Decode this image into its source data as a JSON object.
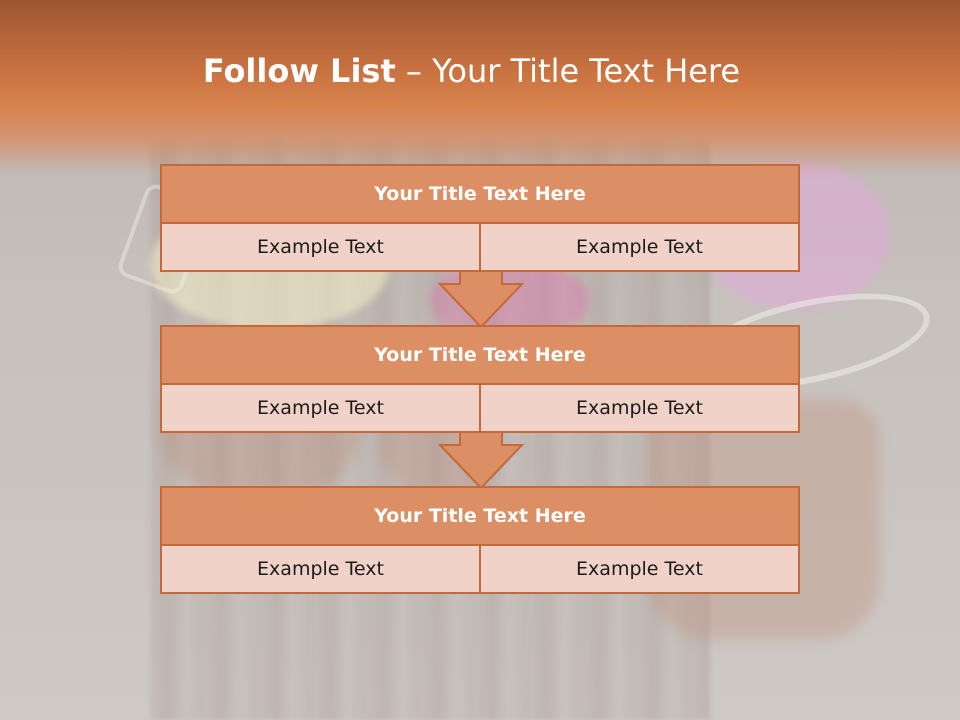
{
  "slide": {
    "title_bold": "Follow List",
    "title_rest": " – Your Title Text Here"
  },
  "colors": {
    "title_band": "#c7703f",
    "header_fill": "#dc8f64",
    "cell_fill": "#f1d2c8",
    "border": "#c5683a",
    "arrow_fill": "#dc8f64"
  },
  "steps": [
    {
      "title": "Your Title Text Here",
      "left": "Example Text",
      "right": "Example Text"
    },
    {
      "title": "Your Title Text Here",
      "left": "Example Text",
      "right": "Example Text"
    },
    {
      "title": "Your Title Text Here",
      "left": "Example Text",
      "right": "Example Text"
    }
  ],
  "icons": [
    "down-arrow-icon",
    "down-arrow-icon"
  ]
}
